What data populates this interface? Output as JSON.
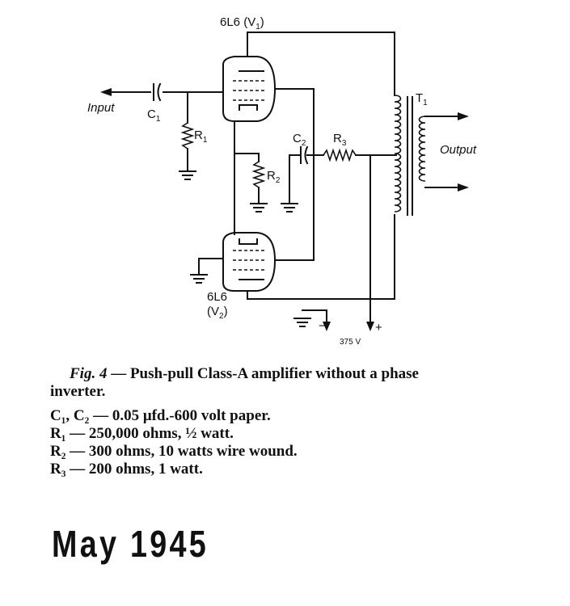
{
  "schematic": {
    "v1_label": "6L6 (V",
    "v1_sub": "1",
    "v1_close": ")",
    "v2_label_a": "6L6",
    "v2_label_b": "(V",
    "v2_sub": "2",
    "v2_close": ")",
    "input_label": "Input",
    "output_label": "Output",
    "c1": "C",
    "c1_sub": "1",
    "c2": "C",
    "c2_sub": "2",
    "r1": "R",
    "r1_sub": "1",
    "r2": "R",
    "r2_sub": "2",
    "r3": "R",
    "r3_sub": "3",
    "t1": "T",
    "t1_sub": "1",
    "minus": "−",
    "plus": "+",
    "voltage": "375 V"
  },
  "caption": {
    "fig_label": "Fig. 4",
    "fig_text": " — Push-pull Class-A amplifier without a phase",
    "fig_text_cont": "inverter.",
    "parts": [
      "C₁, C₂ — 0.05 μfd.-600 volt paper.",
      "R₁ — 250,000 ohms, ½ watt.",
      "R₂ — 300 ohms, 10 watts wire wound.",
      "R₃ — 200 ohms, 1 watt."
    ]
  },
  "footer": {
    "date": "May 1945"
  }
}
